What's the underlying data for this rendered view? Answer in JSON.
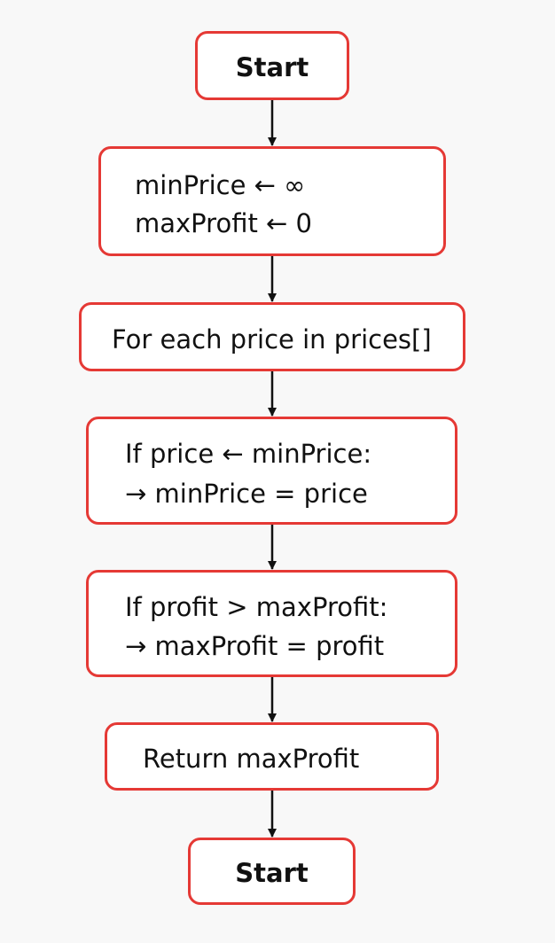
{
  "colors": {
    "border": "#e53935",
    "arrow": "#111111",
    "background": "#f8f8f8"
  },
  "flowchart": {
    "start_top": "Start",
    "init": [
      "minPrice ← ∞",
      "maxProfit ← 0"
    ],
    "loop": "For each price in prices[]",
    "condition_min": [
      "If price ← minPrice:",
      "→ minPrice = price"
    ],
    "condition_profit": [
      "If profit > maxProfit:",
      "→ maxProfit = profit"
    ],
    "return": "Return maxProfit",
    "start_bottom": "Start"
  }
}
